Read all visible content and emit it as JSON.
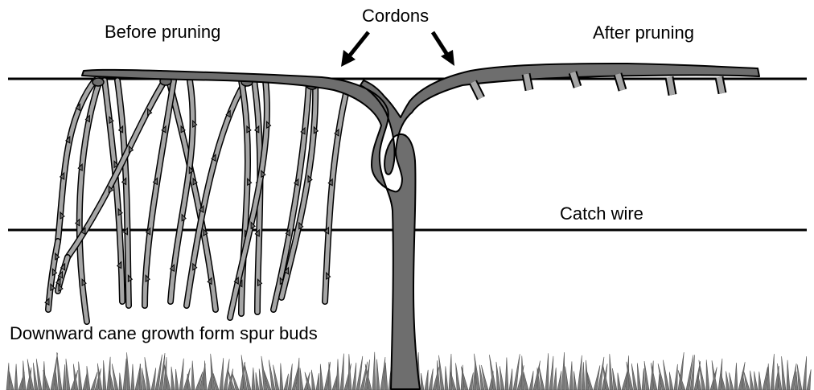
{
  "labels": {
    "before": "Before pruning",
    "cordons": "Cordons",
    "after": "After pruning",
    "catch_wire": "Catch wire",
    "downward": "Downward cane growth form spur buds"
  },
  "colors": {
    "trunk": "#6e6e6e",
    "cane": "#a6a6a6",
    "outline": "#000000",
    "grass": "#7a7a7a",
    "background": "#ffffff"
  }
}
